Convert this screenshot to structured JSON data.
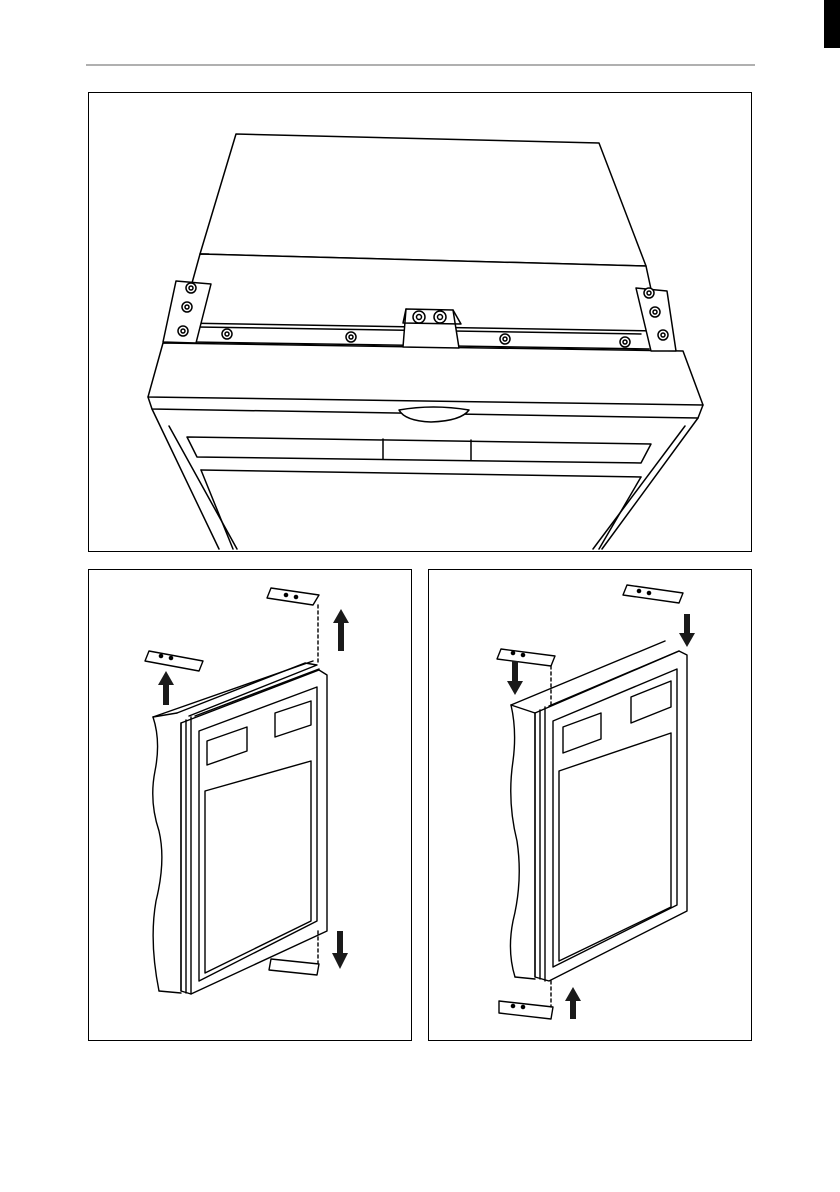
{
  "page": {
    "header_rule": true,
    "page_marker_color": "#000000"
  },
  "figures": [
    {
      "id": "top",
      "subject": "fridge-top-with-mounting-brackets"
    },
    {
      "id": "left",
      "subject": "door-removal-hinge-pins-out"
    },
    {
      "id": "right",
      "subject": "door-refit-hinge-pins-in"
    }
  ],
  "colors": {
    "line": "#000000",
    "background": "#ffffff",
    "arrow": "#1a1a1a",
    "rule": "#b0b0b0"
  },
  "icons": [
    "arrow-up-icon",
    "arrow-down-icon",
    "screw-icon",
    "hinge-bracket-icon"
  ]
}
